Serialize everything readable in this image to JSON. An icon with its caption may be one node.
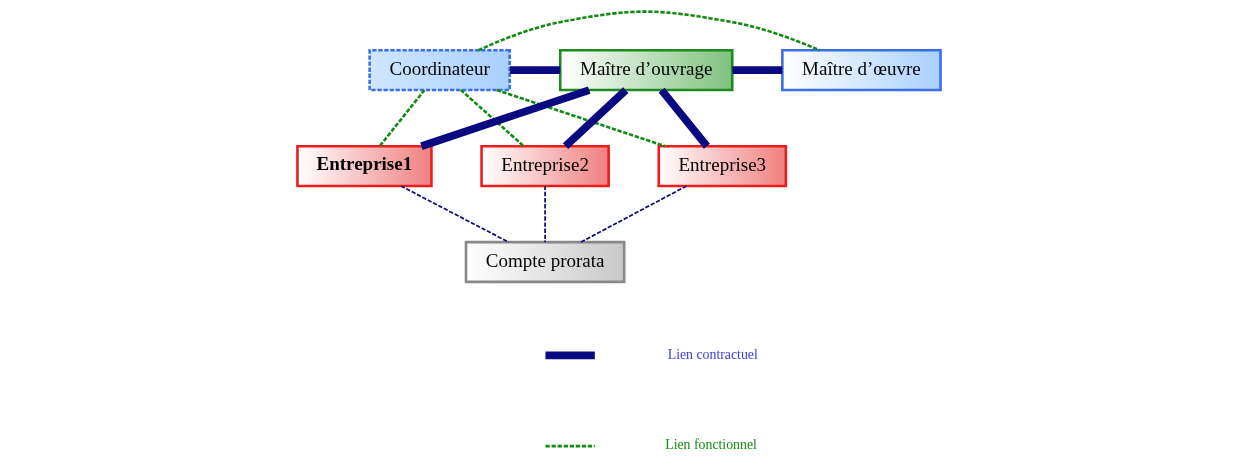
{
  "diagram": {
    "nodes": [
      {
        "text": [
          "Coordinateur"
        ]
      },
      {
        "text": [
          "Maître d’ouvrage"
        ]
      },
      {
        "text": [
          "Maître d’œuvre"
        ]
      },
      {
        "text": [
          "Entreprise1"
        ]
      },
      {
        "text": [
          "Entreprise2"
        ]
      },
      {
        "text": [
          "Entreprise3"
        ]
      },
      {
        "text": [
          "Compte prorata"
        ]
      }
    ],
    "edges": [
      {
        "from": 0,
        "to": 1,
        "arrow": "none",
        "style": "thick"
      },
      {
        "from": 1,
        "to": 2,
        "arrow": "none",
        "style": "thick"
      },
      {
        "from": 1,
        "to": 3,
        "arrow": "none",
        "style": "thick"
      },
      {
        "from": 1,
        "to": 4,
        "arrow": "none",
        "style": "thick"
      },
      {
        "from": 1,
        "to": 5,
        "arrow": "none",
        "style": "thick"
      },
      {
        "from": 0,
        "to": 2,
        "arrow": "none",
        "style": "dashed",
        "color": "#138a13"
      },
      {
        "from": 0,
        "to": 3,
        "arrow": "none",
        "style": "dashed",
        "color": "#138a13"
      },
      {
        "from": 0,
        "to": 4,
        "arrow": "none",
        "style": "dashed",
        "color": "#138a13"
      },
      {
        "from": 0,
        "to": 5,
        "arrow": "none",
        "style": "dashed",
        "color": "#138a13"
      },
      {
        "from": 3,
        "to": 6,
        "arrow": "none",
        "style": "dashed"
      },
      {
        "from": 4,
        "to": 6,
        "arrow": "none",
        "style": "dashed"
      },
      {
        "from": 5,
        "to": 6,
        "arrow": "none",
        "style": "dashed"
      }
    ],
    "legend": [
      {
        "text": "Lien contractuel"
      },
      {
        "text": "Lien fonctionnel"
      }
    ]
  }
}
